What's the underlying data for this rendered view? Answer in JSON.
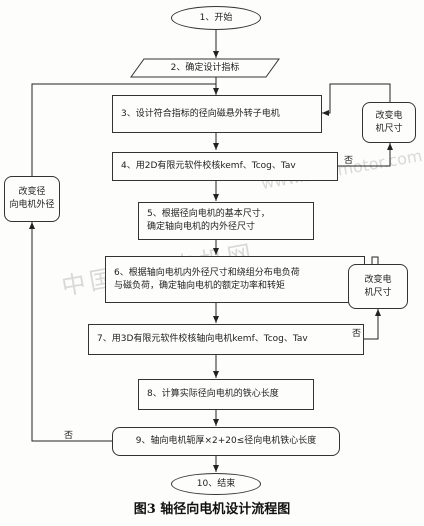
{
  "diagram": {
    "start": "1、开始",
    "step2": "2、确定设计指标",
    "step3": "3、设计符合指标的径向磁悬外转子电机",
    "step4": "4、用2D有限元软件校核kemf、Tcog、Tav",
    "step5_line1": "5、根据径向电机的基本尺寸，",
    "step5_line2": "确定轴向电机的内外径尺寸",
    "step6_line1": "6、根据轴向电机内外径尺寸和绕组分布电负荷",
    "step6_line2": "与磁负荷，确定轴向电机的额定功率和转矩",
    "step7": "7、用3D有限元软件校核轴向电机kemf、Tcog、Tav",
    "step8": "8、计算实际径向电机的铁心长度",
    "step9": "9、轴向电机轭厚×2+20≤径向电机铁心长度",
    "end": "10、结束",
    "change_right_top_line1": "改变电",
    "change_right_top_line2": "机尺寸",
    "change_right_mid_line1": "改变电",
    "change_right_mid_line2": "机尺寸",
    "change_left_line1": "改变径",
    "change_left_line2": "向电机外径",
    "no_label_4": "否",
    "no_label_7": "否",
    "no_label_9": "否"
  },
  "caption": "图3  轴径向电机设计流程图",
  "watermark": "中国步进电机网",
  "watermark_url": "www.stepmotor.com"
}
